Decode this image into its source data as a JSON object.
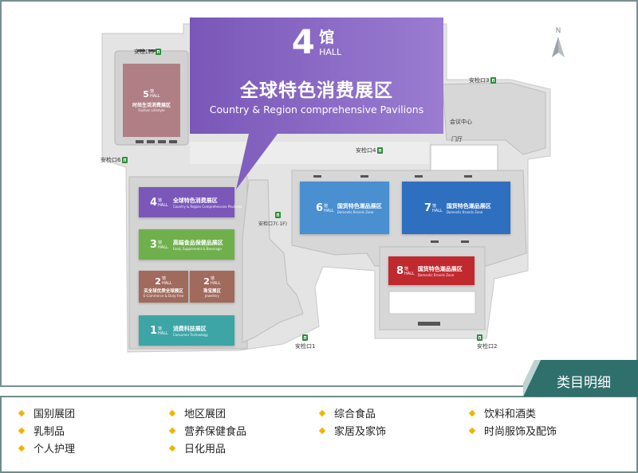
{
  "callout": {
    "hall_number": "4",
    "hall_cn": "馆",
    "hall_en": "HALL",
    "title_cn": "全球特色消费展区",
    "title_en": "Country & Region comprehensive Pavilions"
  },
  "halls": [
    {
      "id": "hall5",
      "num": "5",
      "hall_cn": "馆",
      "hall_en": "HALL",
      "cn": "时尚生活消费展区",
      "en": "Fashion Lifestyle",
      "color": "#b07f86"
    },
    {
      "id": "hall4",
      "num": "4",
      "hall_cn": "馆",
      "hall_en": "HALL",
      "cn": "全球特色消费展区",
      "en": "Country & Region Comprehensive Pavilions",
      "color": "#7a57b8"
    },
    {
      "id": "hall3",
      "num": "3",
      "hall_cn": "馆",
      "hall_en": "HALL",
      "cn": "高端食品保健品展区",
      "en": "Food, Supplement & Beverage",
      "color": "#6fb04d"
    },
    {
      "id": "hall2a",
      "num": "2",
      "hall_cn": "馆",
      "hall_en": "HALL",
      "cn": "买全球优质全球展区",
      "en": "E-Commerce & Duty Free",
      "color": "#a06a5d"
    },
    {
      "id": "hall2b",
      "num": "2",
      "hall_cn": "馆",
      "hall_en": "HALL",
      "cn": "珠宝展区",
      "en": "Jewellery",
      "color": "#a06a5d"
    },
    {
      "id": "hall1",
      "num": "1",
      "hall_cn": "馆",
      "hall_en": "HALL",
      "cn": "消费科技展区",
      "en": "Consumer Technology",
      "color": "#3da5a5"
    },
    {
      "id": "hall6",
      "num": "6",
      "hall_cn": "馆",
      "hall_en": "HALL",
      "cn": "国货特色潮品展区",
      "en": "Domestic Brands Zone",
      "color": "#4a8fd0"
    },
    {
      "id": "hall7",
      "num": "7",
      "hall_cn": "馆",
      "hall_en": "HALL",
      "cn": "国货特色潮品展区",
      "en": "Domestic Brands Zone",
      "color": "#2f6fc0"
    },
    {
      "id": "hall8",
      "num": "8",
      "hall_cn": "馆",
      "hall_en": "HALL",
      "cn": "国货特色潮品展区",
      "en": "Domestic Brands Zone",
      "color": "#c02a2f"
    }
  ],
  "gates": {
    "g5": "安检口5",
    "g6": "安检口6",
    "g3": "安检口3",
    "g4": "安检口4",
    "g7": "安检口7(-1F)",
    "g1": "安检口1",
    "g2": "安检口2"
  },
  "places": {
    "conference": "会议中心",
    "gate_house": "门厅"
  },
  "compass": "N",
  "legend": {
    "title": "类目明细",
    "items": [
      "国别展团",
      "地区展团",
      "综合食品",
      "饮料和酒类",
      "乳制品",
      "营养保健食品",
      "家居及家饰",
      "时尚服饰及配饰",
      "个人护理",
      "日化用品"
    ],
    "marker_color": "#f0b400"
  },
  "colors": {
    "callout": "#7a57b8",
    "legend_tab": "#2f6f6c",
    "building": "#d7d7d7",
    "building_edge": "#b9b9b9"
  }
}
